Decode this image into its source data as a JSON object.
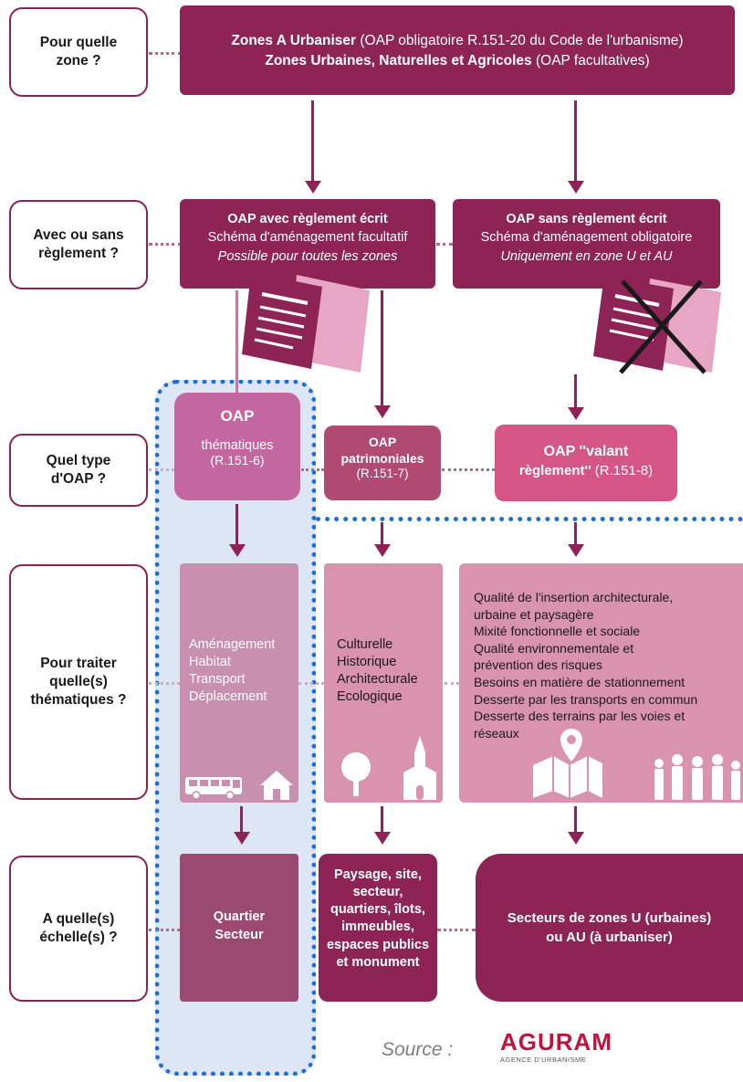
{
  "questions": {
    "zone": "Pour quelle\nzone ?",
    "reglement": "Avec ou sans\nrèglement ?",
    "type": "Quel type\nd'OAP ?",
    "thematiques": "Pour traiter\nquelle(s)\nthématiques ?",
    "echelle": "A quelle(s)\néchelle(s) ?"
  },
  "zones_box": {
    "line1_bold": "Zones A Urbaniser",
    "line1_rest": " (OAP obligatoire R.151-20 du Code de l'urbanisme)",
    "line2_bold": "Zones Urbaines, Naturelles et Agricoles",
    "line2_rest": " (OAP facultatives)"
  },
  "avec_box": {
    "title": "OAP avec règlement écrit",
    "line2": "Schéma d'aménagement facultatif",
    "line3": "Possible pour toutes les zones"
  },
  "sans_box": {
    "title": "OAP sans règlement écrit",
    "line2": "Schéma d'aménagement obligatoire",
    "line3": "Uniquement en zone U et AU"
  },
  "types": {
    "thematiques": {
      "title": "OAP",
      "name": "thématiques",
      "ref": "(R.151-6)"
    },
    "patrimoniales": {
      "title": "OAP",
      "name": "patrimoniales",
      "ref": "(R.151-7)"
    },
    "valant": {
      "title": "OAP ''valant",
      "name": "règlement''",
      "ref": " (R.151-8)"
    }
  },
  "themes": {
    "thematiques": [
      "Aménagement",
      "Habitat",
      "Transport",
      "Déplacement"
    ],
    "patrimoniales": [
      "Culturelle",
      "Historique",
      "Architecturale",
      "Ecologique"
    ],
    "valant": [
      "Qualité de l'insertion architecturale,",
      "urbaine et paysagère",
      "Mixité fonctionnelle et sociale",
      "Qualité environnementale et",
      "prévention des risques",
      "Besoins en matière de stationnement",
      "Desserte par les transports en commun",
      "Desserte des terrains par les voies et",
      "réseaux"
    ]
  },
  "echelles": {
    "thematiques": [
      "Quartier",
      "Secteur"
    ],
    "patrimoniales": [
      "Paysage, site,",
      "secteur,",
      "quartiers, îlots,",
      "immeubles,",
      "espaces publics",
      "et monument"
    ],
    "valant": [
      "Secteurs de zones U (urbaines)",
      "ou AU (à urbaniser)"
    ]
  },
  "source": {
    "label": "Source :",
    "logo_text": "AGURAM",
    "logo_sub": "AGENCE D'URBANISME"
  },
  "colors": {
    "dark": "#8e2456",
    "medium": "#b04a72",
    "pink": "#d55587",
    "light_pink": "#d993ad",
    "mauve": "#c890ae",
    "blue_dotted": "#1f6fd1",
    "blue_bg": "#dde6f4"
  }
}
